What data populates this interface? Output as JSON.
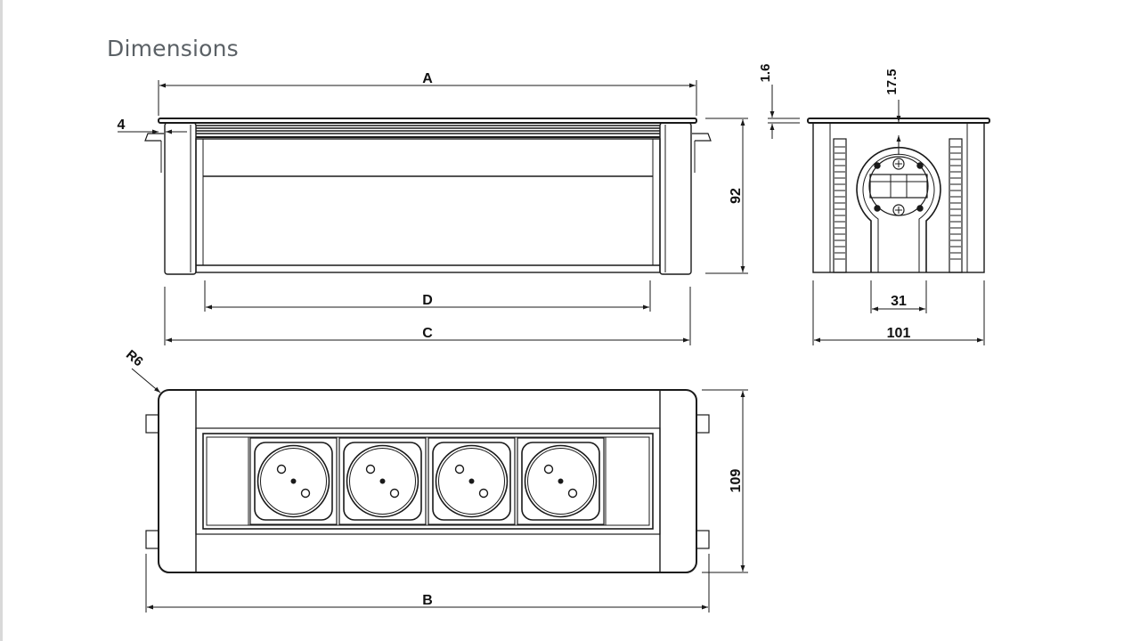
{
  "page": {
    "title": "Dimensions"
  },
  "dimensions": {
    "a": "A",
    "b": "B",
    "c": "C",
    "d": "D",
    "flange_offset": "4",
    "height": "92",
    "width_top": "109",
    "side_width": "101",
    "side_inner": "31",
    "plate_thickness": "1.6",
    "top_offset": "17.5",
    "corner_radius": "R6"
  },
  "colors": {
    "line": "#1a1a1a",
    "title": "#5b6166"
  }
}
